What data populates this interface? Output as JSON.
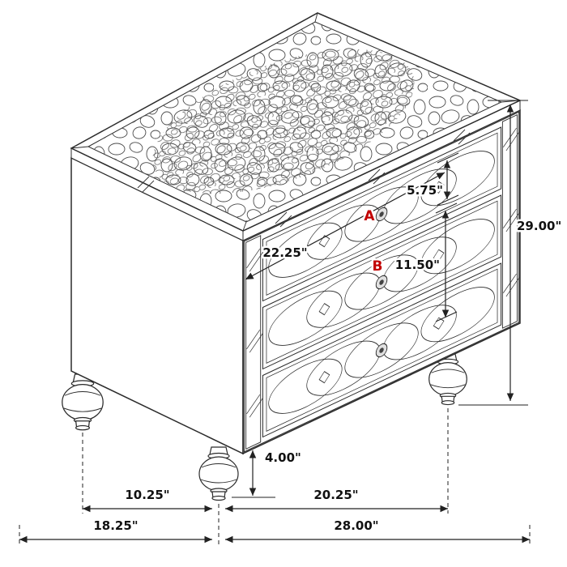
{
  "diagram": {
    "title": "Nightstand dimension diagram",
    "subject": "3-drawer nightstand with textured top, mirrored trim and bun feet",
    "style": {
      "line_color": "#2b2b2b",
      "dimension_text_color": "#111111",
      "marker_color": "#c20000",
      "background": "#ffffff"
    },
    "dimensions": {
      "overall_height": "29.00\"",
      "top_drawer_height": "5.75\"",
      "bottom_drawer_height": "11.50\"",
      "drawer_front_width": "22.25\"",
      "foot_height": "4.00\"",
      "foot_inset_depth": "10.25\"",
      "foot_spacing_width": "20.25\"",
      "overall_depth": "18.25\"",
      "overall_width": "28.00\""
    },
    "markers": {
      "drawer_a": "A",
      "drawer_b": "B"
    }
  }
}
